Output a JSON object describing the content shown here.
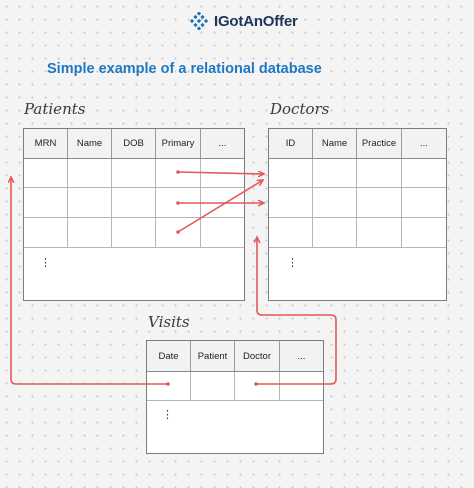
{
  "logo": {
    "text": "IGotAnOffer"
  },
  "title": "Simple example of a relational database",
  "tables": {
    "patients": {
      "label": "Patients",
      "columns": [
        "MRN",
        "Name",
        "DOB",
        "Primary",
        "..."
      ],
      "more": "⋮"
    },
    "doctors": {
      "label": "Doctors",
      "columns": [
        "ID",
        "Name",
        "Practice",
        "..."
      ],
      "more": "⋮"
    },
    "visits": {
      "label": "Visits",
      "columns": [
        "Date",
        "Patient",
        "Doctor",
        "..."
      ],
      "more": "⋮"
    }
  },
  "colors": {
    "connector": "#e05a5a",
    "title": "#1f78c1",
    "logo": "#1d3557",
    "border": "#7d7d7d"
  }
}
